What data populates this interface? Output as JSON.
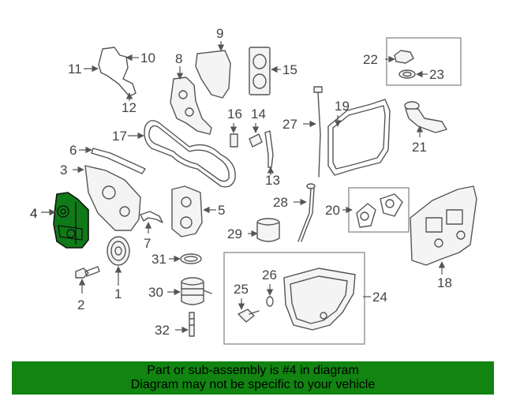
{
  "diagram": {
    "highlighted_part": "4",
    "labels": [
      "1",
      "2",
      "3",
      "4",
      "5",
      "6",
      "7",
      "8",
      "9",
      "10",
      "11",
      "12",
      "13",
      "14",
      "15",
      "16",
      "17",
      "18",
      "19",
      "20",
      "21",
      "22",
      "23",
      "24",
      "25",
      "26",
      "27",
      "28",
      "29",
      "30",
      "31",
      "32"
    ]
  },
  "banner": {
    "line1": "Part or sub-assembly is #4 in diagram",
    "line2": "Diagram may not be specific to your vehicle"
  },
  "colors": {
    "banner_bg": "#118411",
    "highlight": "#0f7a18",
    "line": "#555555"
  }
}
